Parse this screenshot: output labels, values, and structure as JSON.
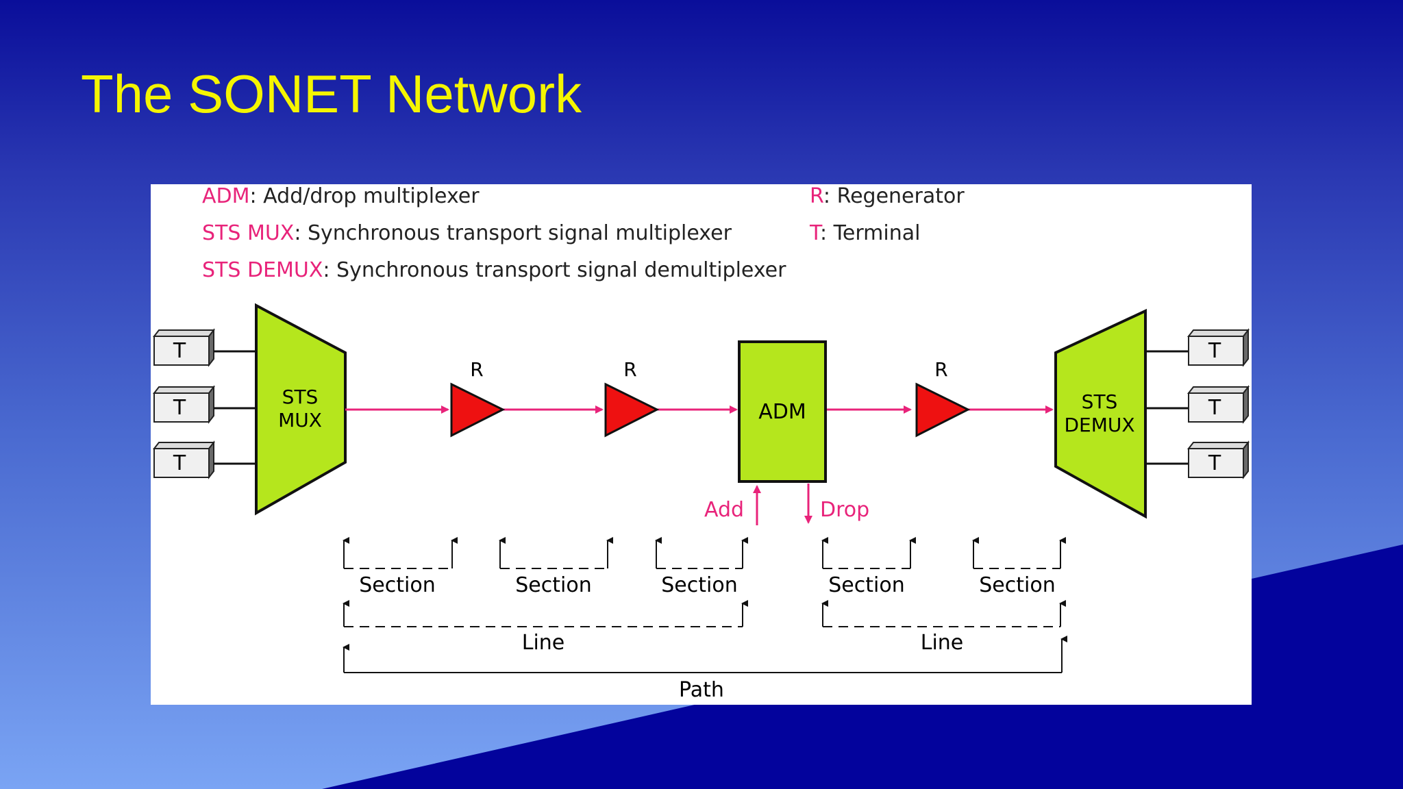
{
  "slide": {
    "title": "The SONET Network"
  },
  "legend": [
    {
      "key": "ADM",
      "desc": ": Add/drop multiplexer"
    },
    {
      "key": "STS MUX",
      "desc": ": Synchronous transport signal multiplexer"
    },
    {
      "key": "STS DEMUX",
      "desc": ": Synchronous transport signal demultiplexer"
    },
    {
      "key": "R",
      "desc": ": Regenerator"
    },
    {
      "key": "T",
      "desc": ": Terminal"
    }
  ],
  "devices": {
    "terminal_label": "T",
    "mux_line1": "STS",
    "mux_line2": "MUX",
    "demux_line1": "STS",
    "demux_line2": "DEMUX",
    "regenerator_label": "R",
    "adm_label": "ADM",
    "add_label": "Add",
    "drop_label": "Drop"
  },
  "spans": {
    "section": "Section",
    "line": "Line",
    "path": "Path"
  },
  "colors": {
    "accent": "#e8237a",
    "device_fill": "#b5e61d",
    "regenerator_fill": "#ee1111",
    "title": "#f5f500"
  }
}
